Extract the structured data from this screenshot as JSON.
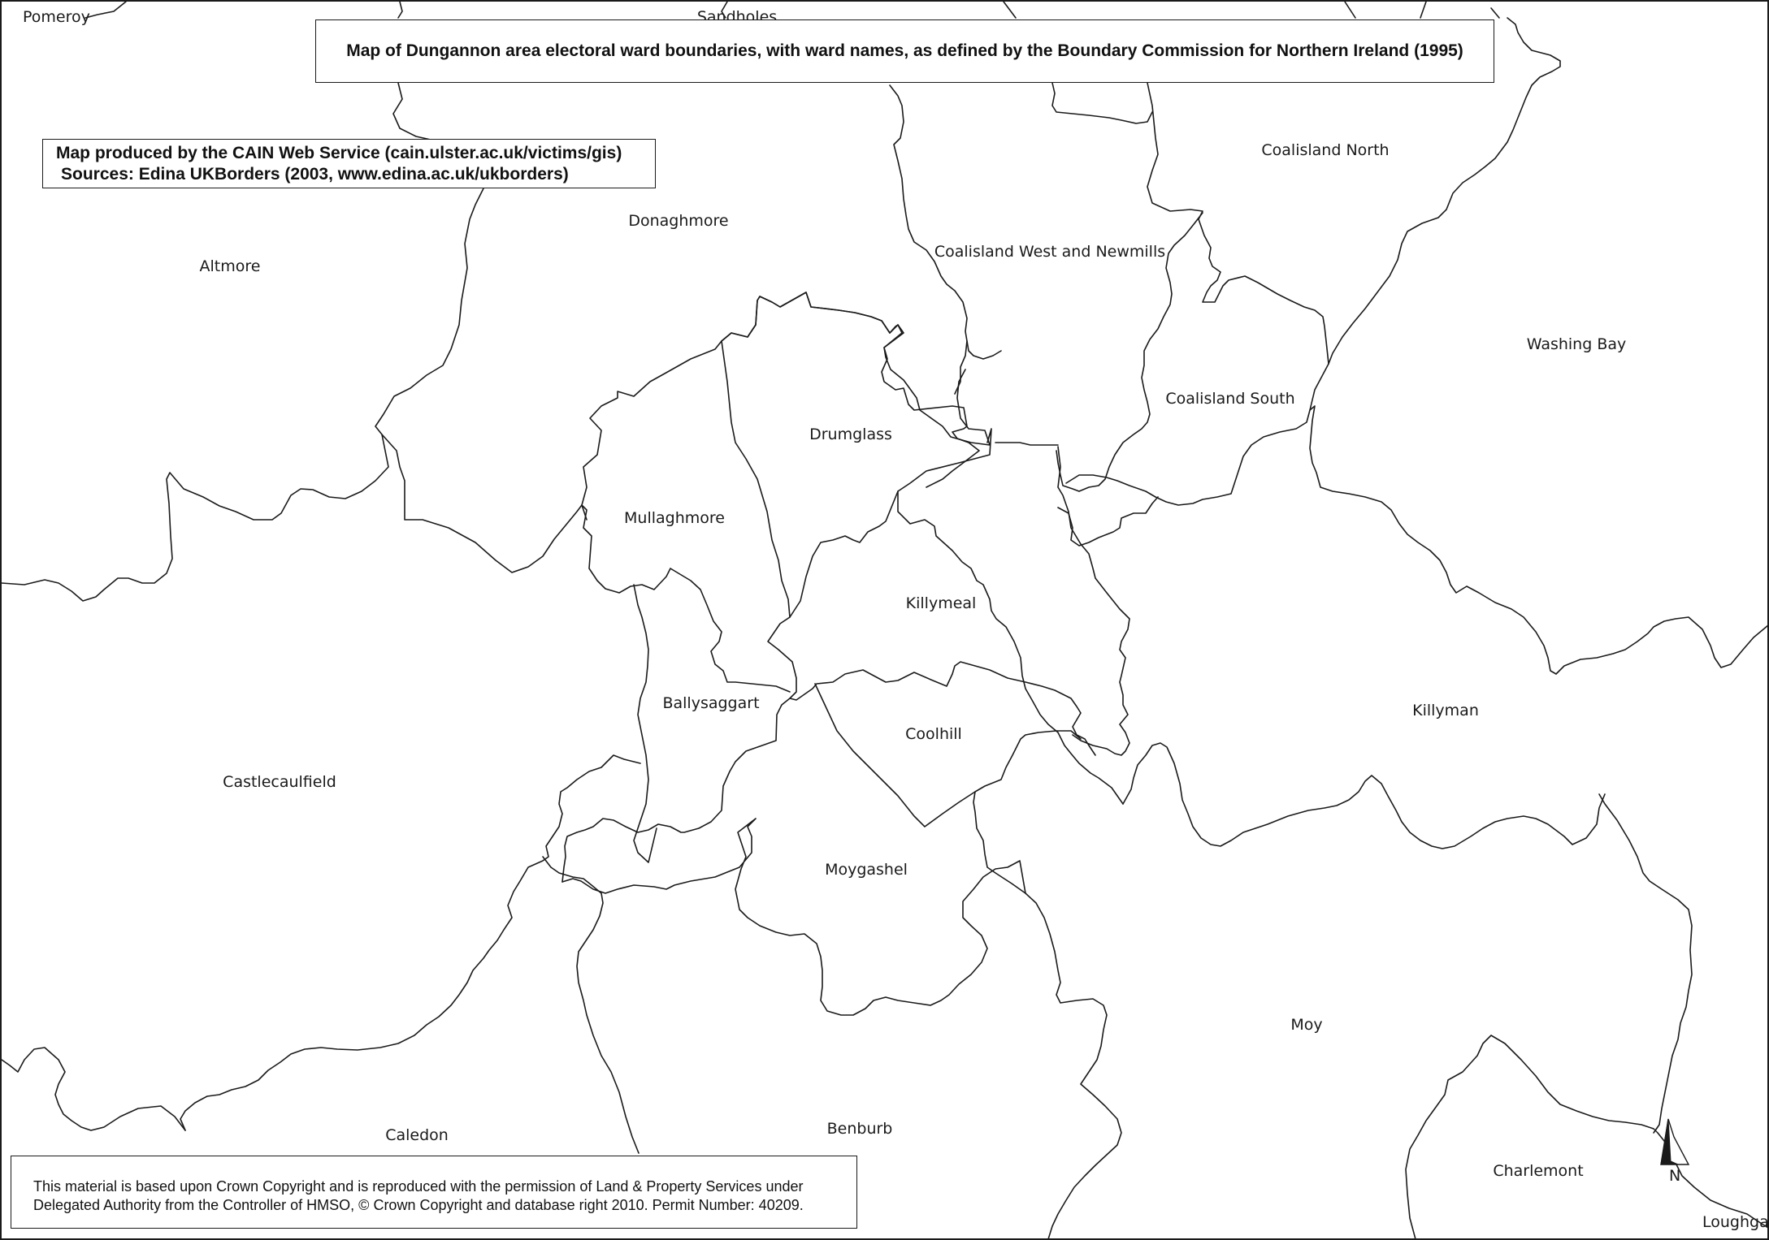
{
  "title": "Map of Dungannon area electoral ward boundaries, with ward names, as defined by the Boundary Commission for Northern Ireland (1995)",
  "credit": {
    "line1": "Map produced by the CAIN Web Service (cain.ulster.ac.uk/victims/gis)",
    "line2": "Sources: Edina UKBorders (2003, www.edina.ac.uk/ukborders)"
  },
  "copyright": {
    "line1": "This material is based upon Crown Copyright and is reproduced with the permission of Land & Property Services under",
    "line2": "Delegated Authority from the Controller of HMSO, © Crown Copyright and database right 2010. Permit Number: 40209."
  },
  "north_arrow": {
    "label": "N",
    "icon": "north-arrow-icon"
  },
  "wards": [
    {
      "id": "pomeroy",
      "name": "Pomeroy"
    },
    {
      "id": "sandholes",
      "name": "Sandholes"
    },
    {
      "id": "coalisland-north",
      "name": "Coalisland North"
    },
    {
      "id": "donaghmore",
      "name": "Donaghmore"
    },
    {
      "id": "altmore",
      "name": "Altmore"
    },
    {
      "id": "coalisland-west-and-newmills",
      "name": "Coalisland West and Newmills"
    },
    {
      "id": "washing-bay",
      "name": "Washing Bay"
    },
    {
      "id": "coalisland-south",
      "name": "Coalisland South"
    },
    {
      "id": "drumglass",
      "name": "Drumglass"
    },
    {
      "id": "mullaghmore",
      "name": "Mullaghmore"
    },
    {
      "id": "killymeal",
      "name": "Killymeal"
    },
    {
      "id": "killyman",
      "name": "Killyman"
    },
    {
      "id": "ballysaggart",
      "name": "Ballysaggart"
    },
    {
      "id": "coolhill",
      "name": "Coolhill"
    },
    {
      "id": "castlecaulfield",
      "name": "Castlecaulfield"
    },
    {
      "id": "moygashel",
      "name": "Moygashel"
    },
    {
      "id": "moy",
      "name": "Moy"
    },
    {
      "id": "caledon",
      "name": "Caledon"
    },
    {
      "id": "benburb",
      "name": "Benburb"
    },
    {
      "id": "charlemont",
      "name": "Charlemont"
    },
    {
      "id": "loughgall",
      "name": "Loughgall"
    }
  ]
}
